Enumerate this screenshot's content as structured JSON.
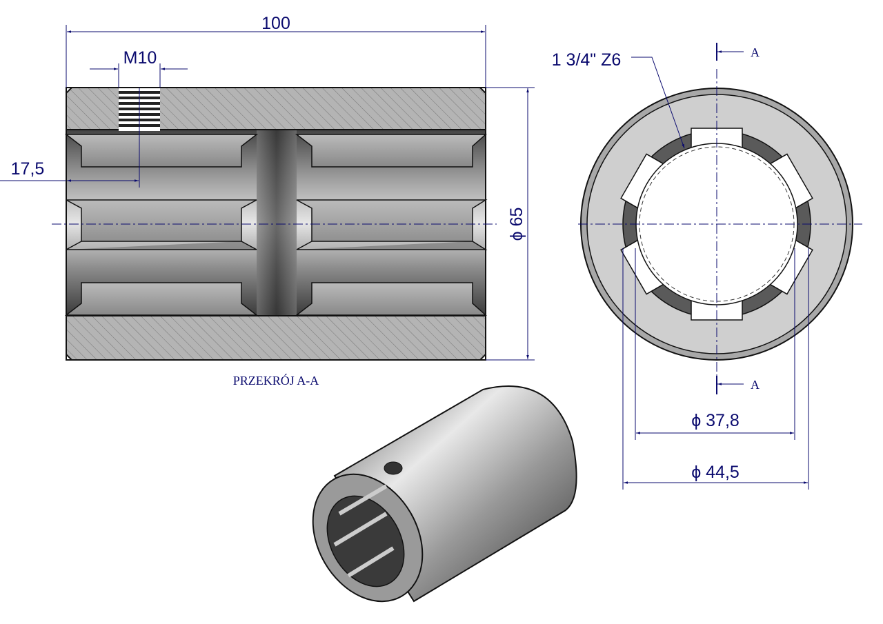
{
  "drawing": {
    "dimensions": {
      "length": "100",
      "thread": "M10",
      "hole_offset": "17,5",
      "outer_diameter": "ϕ 65",
      "spline_spec": "1 3/4\" Z6",
      "inner_diameter_small": "ϕ  37,8",
      "inner_diameter_large": "ϕ  44,5"
    },
    "section_marks": [
      "A",
      "A"
    ],
    "section_title": "PRZEKRÓJ A-A"
  }
}
